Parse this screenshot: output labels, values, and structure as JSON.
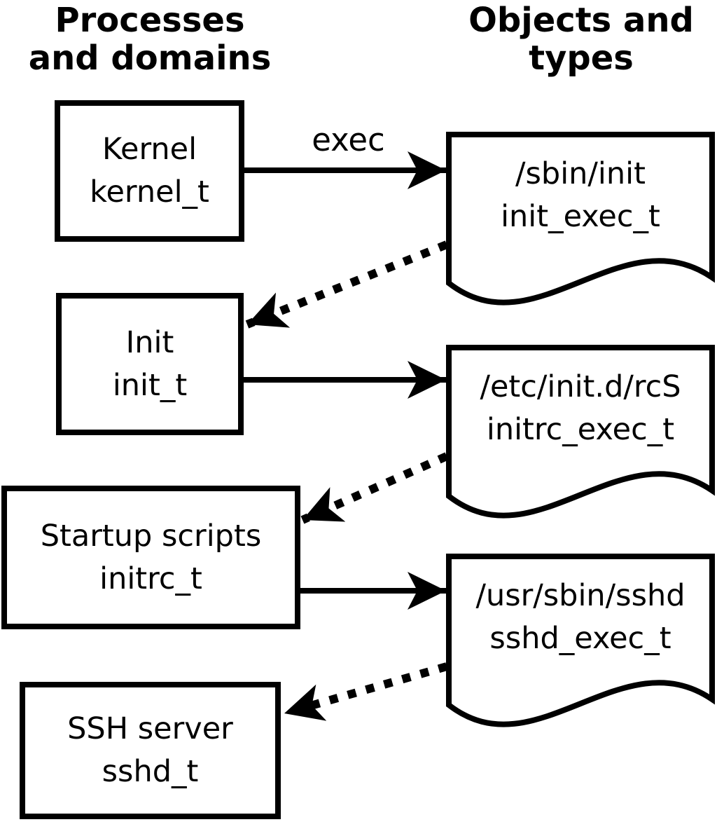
{
  "diagram": {
    "headings": {
      "left": [
        "Processes",
        "and domains"
      ],
      "right": [
        "Objects and",
        "types"
      ]
    },
    "arrow_label": "exec",
    "processes": [
      {
        "name": "Kernel",
        "type": "kernel_t"
      },
      {
        "name": "Init",
        "type": "init_t"
      },
      {
        "name": "Startup scripts",
        "type": "initrc_t"
      },
      {
        "name": "SSH server",
        "type": "sshd_t"
      }
    ],
    "objects": [
      {
        "path": "/sbin/init",
        "type": "init_exec_t"
      },
      {
        "path": "/etc/init.d/rcS",
        "type": "initrc_exec_t"
      },
      {
        "path": "/usr/sbin/sshd",
        "type": "sshd_exec_t"
      }
    ],
    "colors": {
      "stroke": "#000000",
      "background": "#ffffff"
    }
  }
}
